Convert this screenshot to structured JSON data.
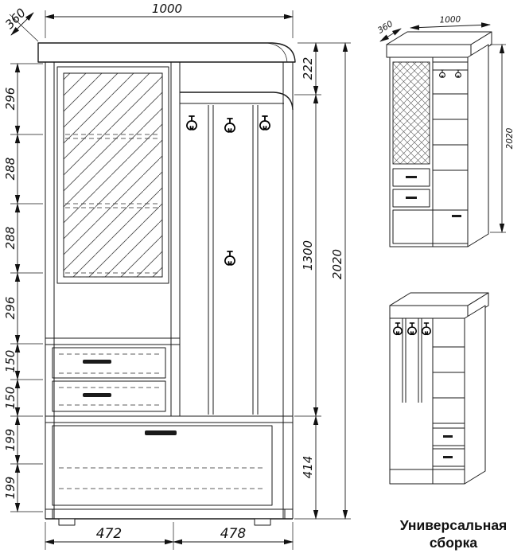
{
  "drawing": {
    "front": {
      "top_width": "1000",
      "top_depth": "360",
      "left_chain": [
        "296",
        "288",
        "288",
        "296",
        "150",
        "150",
        "199",
        "199"
      ],
      "right_chain": [
        "222",
        "1300",
        "414"
      ],
      "overall_height": "2020",
      "bottom_width_left": "472",
      "bottom_width_right": "478"
    },
    "iso": {
      "depth": "360",
      "width": "1000",
      "height": "2020"
    },
    "caption_line1": "Универсальная",
    "caption_line2": "сборка"
  }
}
